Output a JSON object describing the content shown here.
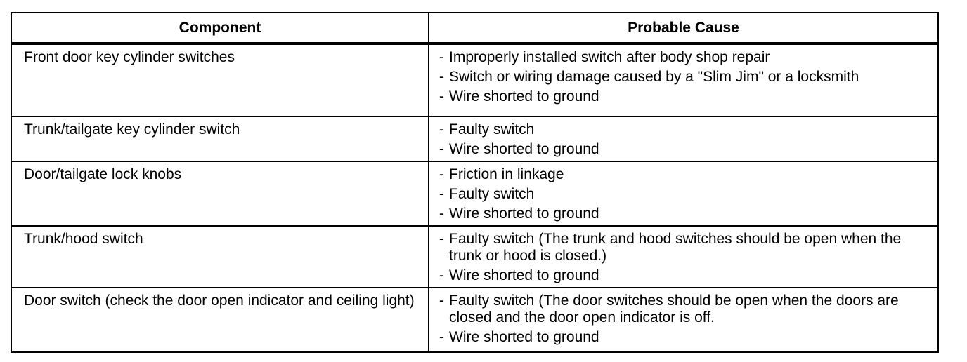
{
  "table": {
    "headers": {
      "component": "Component",
      "cause": "Probable Cause"
    },
    "rows": [
      {
        "component": "Front door key cylinder switches",
        "causes": [
          "Improperly installed switch after body shop repair",
          "Switch or wiring damage caused by a \"Slim Jim\" or a locksmith",
          "Wire shorted to ground"
        ]
      },
      {
        "component": "Trunk/tailgate key cylinder switch",
        "causes": [
          "Faulty switch",
          "Wire shorted to ground"
        ]
      },
      {
        "component": "Door/tailgate lock knobs",
        "causes": [
          "Friction in linkage",
          "Faulty switch",
          "Wire shorted to ground"
        ]
      },
      {
        "component": "Trunk/hood switch",
        "causes": [
          "Faulty switch (The trunk and hood switches should be open when the trunk or hood is closed.)",
          "Wire shorted to ground"
        ]
      },
      {
        "component": "Door switch (check the door open indicator and ceiling light)",
        "causes": [
          "Faulty switch (The door switches should be open when the doors are closed and the door open indicator is off.",
          "Wire shorted to ground"
        ]
      }
    ]
  }
}
